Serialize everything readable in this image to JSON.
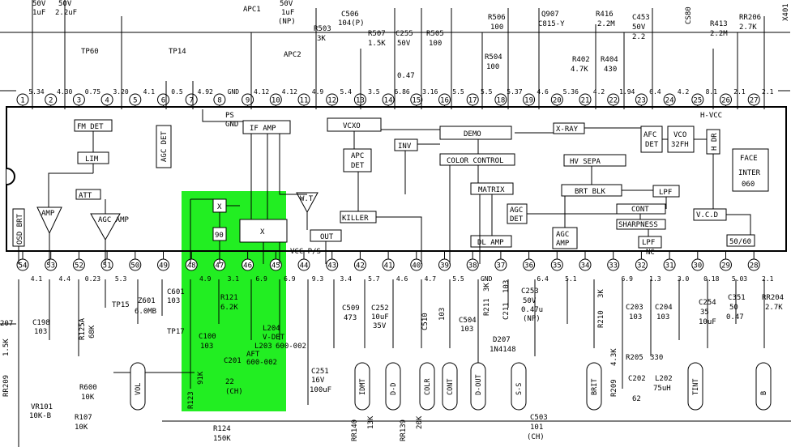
{
  "colors": {
    "ink": "#000000",
    "highlight": "#22ee22",
    "background": "#ffffff"
  },
  "top_pins": [
    {
      "num": "1",
      "volt": "5.34"
    },
    {
      "num": "2",
      "volt": "4.30"
    },
    {
      "num": "3",
      "volt": "0.75"
    },
    {
      "num": "4",
      "volt": "3.20"
    },
    {
      "num": "5",
      "volt": "4.1"
    },
    {
      "num": "6",
      "volt": "0.5"
    },
    {
      "num": "7",
      "volt": "4.92"
    },
    {
      "num": "8",
      "volt": "GND"
    },
    {
      "num": "9",
      "volt": "4.12"
    },
    {
      "num": "10",
      "volt": "4.12"
    },
    {
      "num": "11",
      "volt": "4.9"
    },
    {
      "num": "12",
      "volt": "5.4"
    },
    {
      "num": "13",
      "volt": "3.5"
    },
    {
      "num": "14",
      "volt": "6.86"
    },
    {
      "num": "15",
      "volt": "3.16"
    },
    {
      "num": "16",
      "volt": "5.5"
    },
    {
      "num": "17",
      "volt": "5.5"
    },
    {
      "num": "18",
      "volt": "5.37"
    },
    {
      "num": "19",
      "volt": "4.6"
    },
    {
      "num": "20",
      "volt": "5.36"
    },
    {
      "num": "21",
      "volt": "4.2"
    },
    {
      "num": "22",
      "volt": "1.94"
    },
    {
      "num": "23",
      "volt": "6.4"
    },
    {
      "num": "24",
      "volt": "4.2"
    },
    {
      "num": "25",
      "volt": "8.1"
    },
    {
      "num": "26",
      "volt": "2.1"
    },
    {
      "num": "27",
      "volt": "2.1"
    }
  ],
  "bottom_pins": [
    {
      "num": "54",
      "volt": "4.1"
    },
    {
      "num": "53",
      "volt": "4.4"
    },
    {
      "num": "52",
      "volt": "0.23"
    },
    {
      "num": "51",
      "volt": "5.3"
    },
    {
      "num": "50",
      "volt": ""
    },
    {
      "num": "49",
      "volt": ""
    },
    {
      "num": "48",
      "volt": "4.9"
    },
    {
      "num": "47",
      "volt": "3.1"
    },
    {
      "num": "46",
      "volt": "6.9"
    },
    {
      "num": "45",
      "volt": "6.9"
    },
    {
      "num": "44",
      "volt": "9.3"
    },
    {
      "num": "43",
      "volt": "3.4"
    },
    {
      "num": "42",
      "volt": "5.7"
    },
    {
      "num": "41",
      "volt": "4.6"
    },
    {
      "num": "40",
      "volt": "4.7"
    },
    {
      "num": "39",
      "volt": "5.5"
    },
    {
      "num": "38",
      "volt": "GND"
    },
    {
      "num": "37",
      "volt": ""
    },
    {
      "num": "36",
      "volt": "6.4"
    },
    {
      "num": "35",
      "volt": "5.1"
    },
    {
      "num": "34",
      "volt": ""
    },
    {
      "num": "33",
      "volt": "6.9"
    },
    {
      "num": "32",
      "volt": "1.3"
    },
    {
      "num": "31",
      "volt": "3.0"
    },
    {
      "num": "30",
      "volt": "0.18"
    },
    {
      "num": "29",
      "volt": "5.03"
    },
    {
      "num": "28",
      "volt": "2.1"
    }
  ],
  "blocks": {
    "fm_det": "FM DET",
    "lim": "LIM",
    "agc_det": "AGC DET",
    "if_amp": "IF AMP",
    "ps_gnd_1": "PS",
    "ps_gnd_2": "GND",
    "vcxo": "VCXO",
    "inv": "INV",
    "demo": "DEMO",
    "x_ray": "X-RAY",
    "afc_det_1": "AFC",
    "afc_det_2": "DET",
    "vco_1": "VCO",
    "vco_2": "32FH",
    "hvcc": "H-VCC",
    "h_dr": "H DR",
    "interface_1": "FACE",
    "interface_2": "INTER",
    "interface_3": "060",
    "apc_det_1": "APC",
    "apc_det_2": "DET",
    "color_control": "COLOR CONTROL",
    "hv_sepa": "HV SEPA",
    "att": "ATT",
    "amp": "AMP",
    "agc_amp": "AGC AMP",
    "killer": "KILLER",
    "matrix": "MATRIX",
    "brt_blk": "BRT BLK",
    "lpf": "LPF",
    "x_small": "X",
    "x_big": "X",
    "b90": "90",
    "out": "OUT",
    "vcc_ps": "VCC P/S",
    "agc_det2_1": "AGC",
    "agc_det2_2": "DET",
    "cont": "CONT",
    "vcd": "V.C.D",
    "dl_amp": "DL AMP",
    "agc_amp2_1": "AGC",
    "agc_amp2_2": "AMP",
    "sharpness": "SHARPNESS",
    "lpf2": "LPF",
    "nc": "NC",
    "b5060": "50/60",
    "osd_brt": "OSD BRT",
    "wt": "W.T"
  },
  "components": {
    "tp60": "TP60",
    "tp14": "TP14",
    "apc1": "APC1",
    "apc2": "APC2",
    "r503": "R503",
    "r503v": "3K",
    "c506": "C506",
    "c506v": "104(P)",
    "r507": "R507",
    "r507v": "1.5K",
    "c255": "C255",
    "c255v1": "50V",
    "c255v2": "0.47",
    "r505": "R505",
    "r505v": "100",
    "r506": "R506",
    "r506v": "100",
    "r504": "R504",
    "r504v": "100",
    "q907": "Q907",
    "q907v": "C815-Y",
    "r416": "R416",
    "r416v": "2.2M",
    "c453": "C453",
    "c453v1": "50V",
    "c453v2": "2.2",
    "r402": "R402",
    "r402v": "4.7K",
    "r404": "R404",
    "r404v": "430",
    "r413": "R413",
    "r413v": "2.2M",
    "rr206": "RR206",
    "rr206v": "2.7K",
    "top_cap1": "50V",
    "top_cap1v": "1uF",
    "top_cap2": "50V",
    "top_cap2v": "2.2uF",
    "top_cap3": "50V",
    "top_cap3v": "1uF",
    "top_cap3n": "(NP)",
    "c198": "C198",
    "c198v": "103",
    "r125a": "R125A",
    "r125av": "68K",
    "z601": "Z601",
    "z601v": "6.0MB",
    "c601": "C601",
    "c601v": "103",
    "tp15": "TP15",
    "tp17": "TP17",
    "r600": "R600",
    "r600v": "10K",
    "r107": "R107",
    "r107v": "10K",
    "vr101": "VR101",
    "vr101v": "10K-B",
    "rr209": "RR209",
    "r207": "207",
    "r207v": "1.5K",
    "c100": "C100",
    "c100v": "103",
    "r121": "R121",
    "r121v": "6.2K",
    "l204": "L204",
    "l204v": "V-DET",
    "l203": "L203",
    "l203v": "600-002",
    "afc_det": "AFT",
    "afc_detv": "600-002",
    "c201": "C201",
    "c201v": "22",
    "c201n": "(CH)",
    "r123": "R123",
    "r123v": "91K",
    "r124": "R124",
    "r124v": "150K",
    "c251": "C251",
    "c251v1": "16V",
    "c251v2": "100uF",
    "c509": "C509",
    "c509v": "473",
    "c252": "C252",
    "c252v1": "10uF",
    "c252v2": "35V",
    "c510": "C510",
    "c510v": "103",
    "c504": "C504",
    "c504v": "103",
    "r211": "R211",
    "r211v": "3K",
    "c211": "C211",
    "c211v": "103",
    "c253": "C253",
    "c253v1": "50V",
    "c253v2": "0.47u",
    "c253n": "(NP)",
    "d207": "D207",
    "d207v": "1N4148",
    "c503": "C503",
    "c503v": "101",
    "c503n": "(CH)",
    "r210": "R210",
    "r210v": "3K",
    "r209": "R209",
    "r209v": "4.3K",
    "c203": "C203",
    "c203v": "103",
    "c204": "C204",
    "c204v": "103",
    "r205": "R205",
    "r205v": "330",
    "c202": "C202",
    "c202v": "62",
    "l202": "L202",
    "l202v": "75uH",
    "c254": "C254",
    "c254v1": "35",
    "c254v2": "10uF",
    "c351": "C351",
    "c351v1": "50",
    "c351v2": "0.47",
    "rr204": "RR204",
    "rr204v": "2.7K",
    "r140": "RR140",
    "r140v": "13K",
    "r139": "RR139",
    "r139v": "20K",
    "cs80": "CS80",
    "x401": "X401"
  },
  "controls": [
    "VOL",
    "IDMT",
    "D-D",
    "COLR",
    "CONT",
    "D-OUT",
    "S-S",
    "BRIT",
    "TINT",
    "B"
  ]
}
